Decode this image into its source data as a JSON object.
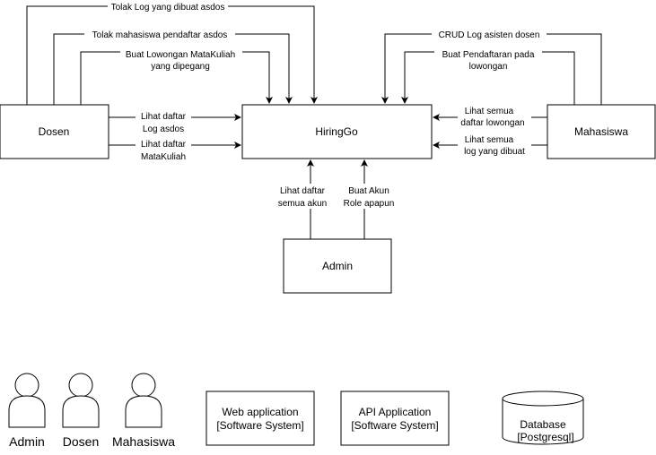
{
  "nodes": {
    "dosen": "Dosen",
    "hiringgo": "HiringGo",
    "mahasiswa": "Mahasiswa",
    "admin": "Admin"
  },
  "edges": {
    "tolak_log": "Tolak Log yang dibuat asdos",
    "tolak_mahasiswa": "Tolak mahasiswa pendaftar asdos",
    "buat_lowongan": [
      "Buat Lowongan MataKuliah",
      "yang dipegang"
    ],
    "lihat_log_asdos": [
      "Lihat daftar",
      "Log asdos"
    ],
    "lihat_matakuliah": [
      "Lihat daftar",
      "MataKuliah"
    ],
    "crud_log": "CRUD Log asisten dosen",
    "buat_pendaftaran": [
      "Buat Pendaftaran pada",
      "lowongan"
    ],
    "lihat_lowongan": [
      "Lihat semua",
      "daftar lowongan"
    ],
    "lihat_log_dibuat": [
      "Lihat semua",
      "log yang dibuat"
    ],
    "lihat_akun": [
      "Lihat daftar",
      "semua akun"
    ],
    "buat_akun": [
      "Buat Akun",
      "Role apapun"
    ]
  },
  "legend": {
    "actors": [
      "Admin",
      "Dosen",
      "Mahasiswa"
    ],
    "web_app": [
      "Web application",
      "[Software System]"
    ],
    "api_app": [
      "API Application",
      "[Software System]"
    ],
    "database": [
      "Database",
      "[Postgresql]"
    ]
  }
}
